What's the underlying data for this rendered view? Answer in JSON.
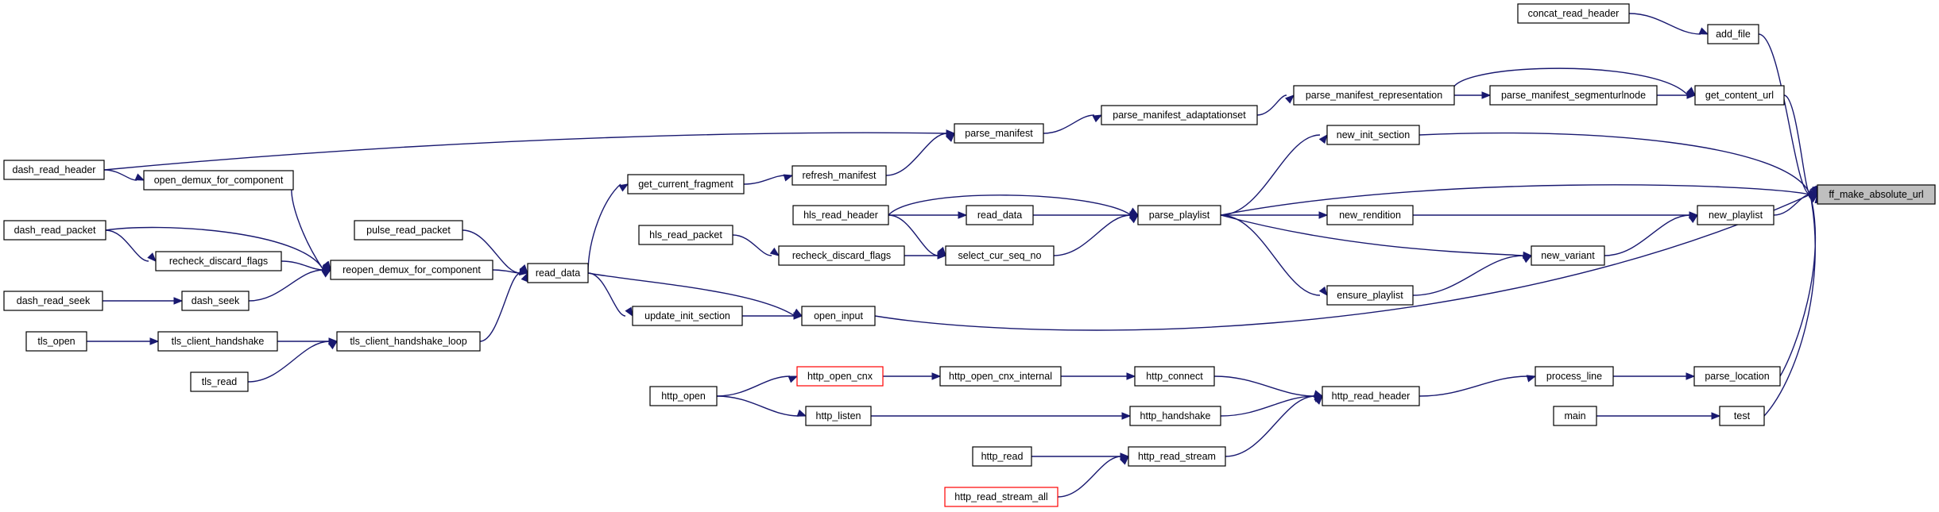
{
  "graph": {
    "colors": {
      "edge": "#191970",
      "node_border": "#000000",
      "root_fill": "#bfbfbf",
      "missing_border": "#ff0000"
    },
    "root": "ff_make_absolute_url",
    "nodes": {
      "ff_make_absolute_url": "ff_make_absolute_url",
      "add_file": "add_file",
      "concat_read_header": "concat_read_header",
      "get_content_url": "get_content_url",
      "parse_manifest_segmenturlnode": "parse_manifest_segmenturlnode",
      "parse_manifest_representation": "parse_manifest_representation",
      "parse_manifest_adaptationset": "parse_manifest_adaptationset",
      "parse_manifest": "parse_manifest",
      "dash_read_header": "dash_read_header",
      "refresh_manifest": "refresh_manifest",
      "get_current_fragment": "get_current_fragment",
      "read_data": "read_data",
      "new_init_section": "new_init_section",
      "parse_playlist": "parse_playlist",
      "hls_read_header": "hls_read_header",
      "read_data_hls": "read_data",
      "new_rendition": "new_rendition",
      "new_playlist": "new_playlist",
      "new_variant": "new_variant",
      "ensure_playlist": "ensure_playlist",
      "select_cur_seq_no": "select_cur_seq_no",
      "recheck_discard_flags_hls": "recheck_discard_flags",
      "hls_read_packet": "hls_read_packet",
      "open_demux_for_component": "open_demux_for_component",
      "reopen_demux_for_component": "reopen_demux_for_component",
      "dash_read_packet": "dash_read_packet",
      "recheck_discard_flags_dash": "recheck_discard_flags",
      "dash_read_seek": "dash_read_seek",
      "dash_seek": "dash_seek",
      "pulse_read_packet": "pulse_read_packet",
      "tls_open": "tls_open",
      "tls_client_handshake": "tls_client_handshake",
      "tls_client_handshake_loop": "tls_client_handshake_loop",
      "tls_read": "tls_read",
      "update_init_section": "update_init_section",
      "open_input": "open_input",
      "http_open": "http_open",
      "http_open_cnx": "http_open_cnx",
      "http_open_cnx_internal": "http_open_cnx_internal",
      "http_connect": "http_connect",
      "http_listen": "http_listen",
      "http_handshake": "http_handshake",
      "http_read_header": "http_read_header",
      "http_read": "http_read",
      "http_read_stream": "http_read_stream",
      "http_read_stream_all": "http_read_stream_all",
      "process_line": "process_line",
      "parse_location": "parse_location",
      "main": "main",
      "test": "test"
    }
  }
}
